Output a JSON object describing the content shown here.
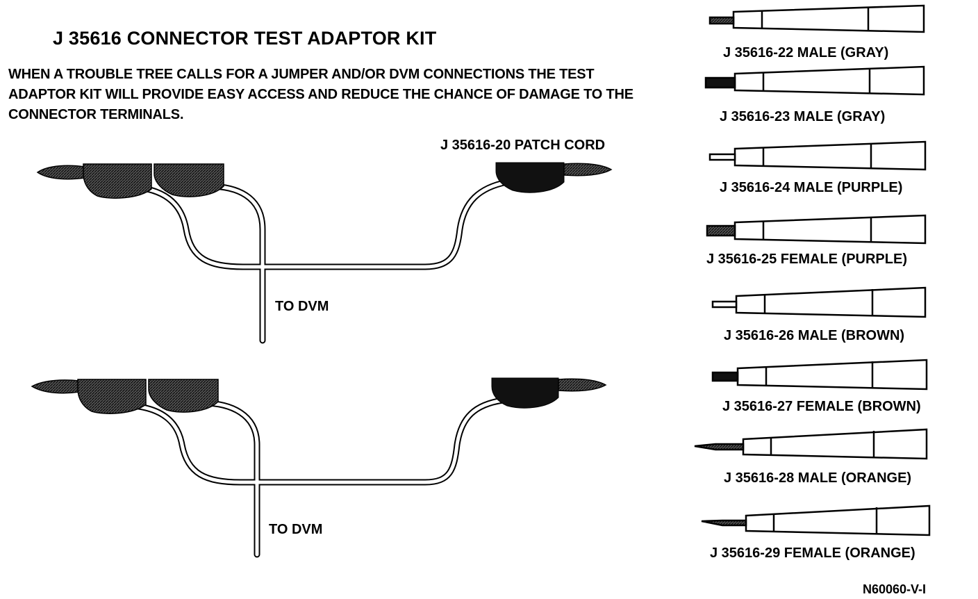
{
  "title": "J  35616 CONNECTOR TEST ADAPTOR KIT",
  "description": "WHEN A TROUBLE TREE CALLS FOR A JUMPER AND/OR DVM CONNECTIONS THE TEST ADAPTOR KIT WILL PROVIDE EASY ACCESS AND REDUCE THE CHANCE OF DAMAGE TO THE CONNECTOR TERMINALS.",
  "patch_cord_label": "J  35616-20 PATCH CORD",
  "to_dvm_label": "TO DVM",
  "adaptors": [
    {
      "label": "J  35616-22 MALE (GRAY)",
      "tip": "male"
    },
    {
      "label": "J  35616-23 MALE (GRAY)",
      "tip": "male-dark"
    },
    {
      "label": "J  35616-24 MALE (PURPLE)",
      "tip": "male-plain"
    },
    {
      "label": "J  35616-25 FEMALE (PURPLE)",
      "tip": "female"
    },
    {
      "label": "J  35616-26 MALE (BROWN)",
      "tip": "male-plain"
    },
    {
      "label": "J  35616-27 FEMALE (BROWN)",
      "tip": "female"
    },
    {
      "label": "J  35616-28 MALE (ORANGE)",
      "tip": "pin"
    },
    {
      "label": "J  35616-29 FEMALE (ORANGE)",
      "tip": "pin"
    }
  ],
  "figure_code": "N60060-V-I"
}
